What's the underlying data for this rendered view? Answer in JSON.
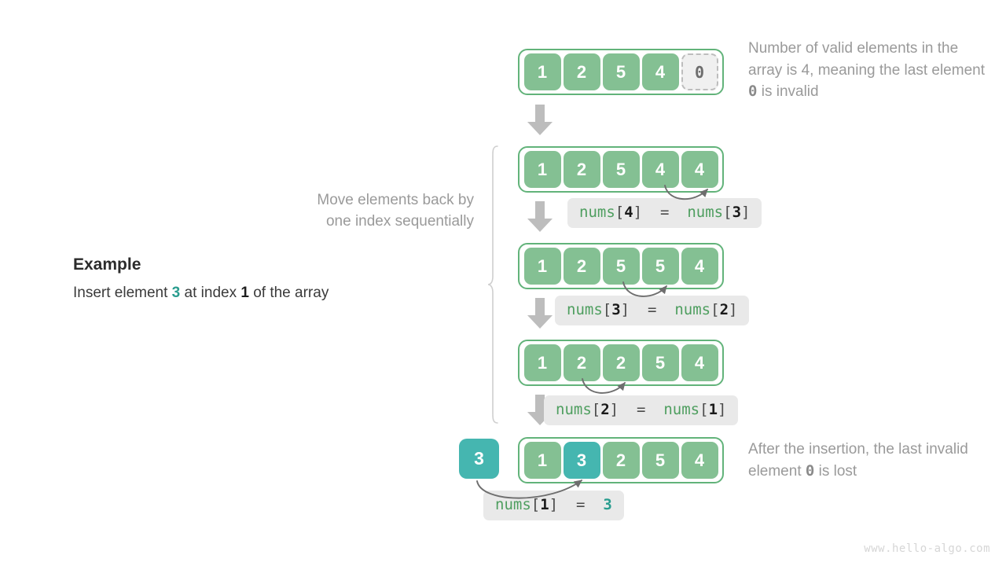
{
  "example": {
    "title": "Example",
    "desc_pre": "Insert element ",
    "desc_value": "3",
    "desc_mid": " at index ",
    "desc_index": "1",
    "desc_post": " of the array"
  },
  "captions": {
    "move_line1": "Move elements back by",
    "move_line2": "one index sequentially"
  },
  "notes": {
    "top_pre": "Number of valid elements in the array is 4, meaning the last element ",
    "top_zero": "0",
    "top_post": " is invalid",
    "bottom_pre": "After the insertion, the last invalid element ",
    "bottom_zero": "0",
    "bottom_post": " is lost"
  },
  "rows": [
    {
      "name": "initial-array",
      "cells": [
        "1",
        "2",
        "5",
        "4",
        "0"
      ],
      "invalid_index": 4,
      "highlight_index": null
    },
    {
      "name": "shift-step-1",
      "cells": [
        "1",
        "2",
        "5",
        "4",
        "4"
      ],
      "invalid_index": null,
      "highlight_index": null
    },
    {
      "name": "shift-step-2",
      "cells": [
        "1",
        "2",
        "5",
        "5",
        "4"
      ],
      "invalid_index": null,
      "highlight_index": null
    },
    {
      "name": "shift-step-3",
      "cells": [
        "1",
        "2",
        "2",
        "5",
        "4"
      ],
      "invalid_index": null,
      "highlight_index": null
    },
    {
      "name": "final-array",
      "cells": [
        "1",
        "3",
        "2",
        "5",
        "4"
      ],
      "invalid_index": null,
      "highlight_index": 1
    }
  ],
  "inserted_value": "3",
  "code_labels": [
    {
      "name": "assign-nums4",
      "target_index": "4",
      "source_index": "3",
      "source_is_literal": false,
      "literal": ""
    },
    {
      "name": "assign-nums3",
      "target_index": "3",
      "source_index": "2",
      "source_is_literal": false,
      "literal": ""
    },
    {
      "name": "assign-nums2",
      "target_index": "2",
      "source_index": "1",
      "source_is_literal": false,
      "literal": ""
    },
    {
      "name": "assign-nums1",
      "target_index": "1",
      "source_index": "",
      "source_is_literal": true,
      "literal": "3"
    }
  ],
  "code_tokens": {
    "name": "nums",
    "open": "[",
    "close": "]",
    "equals": "="
  },
  "watermark": "www.hello-algo.com",
  "colors": {
    "cell_green": "#84c093",
    "cell_teal": "#45b6b0",
    "border_green": "#62b37a",
    "pill_bg": "#e9e9e9",
    "note_gray": "#9a9a9a",
    "accent_teal": "#2a9d8f",
    "arrow_gray": "#bdbdbd",
    "curve_gray": "#6e6e6e"
  }
}
